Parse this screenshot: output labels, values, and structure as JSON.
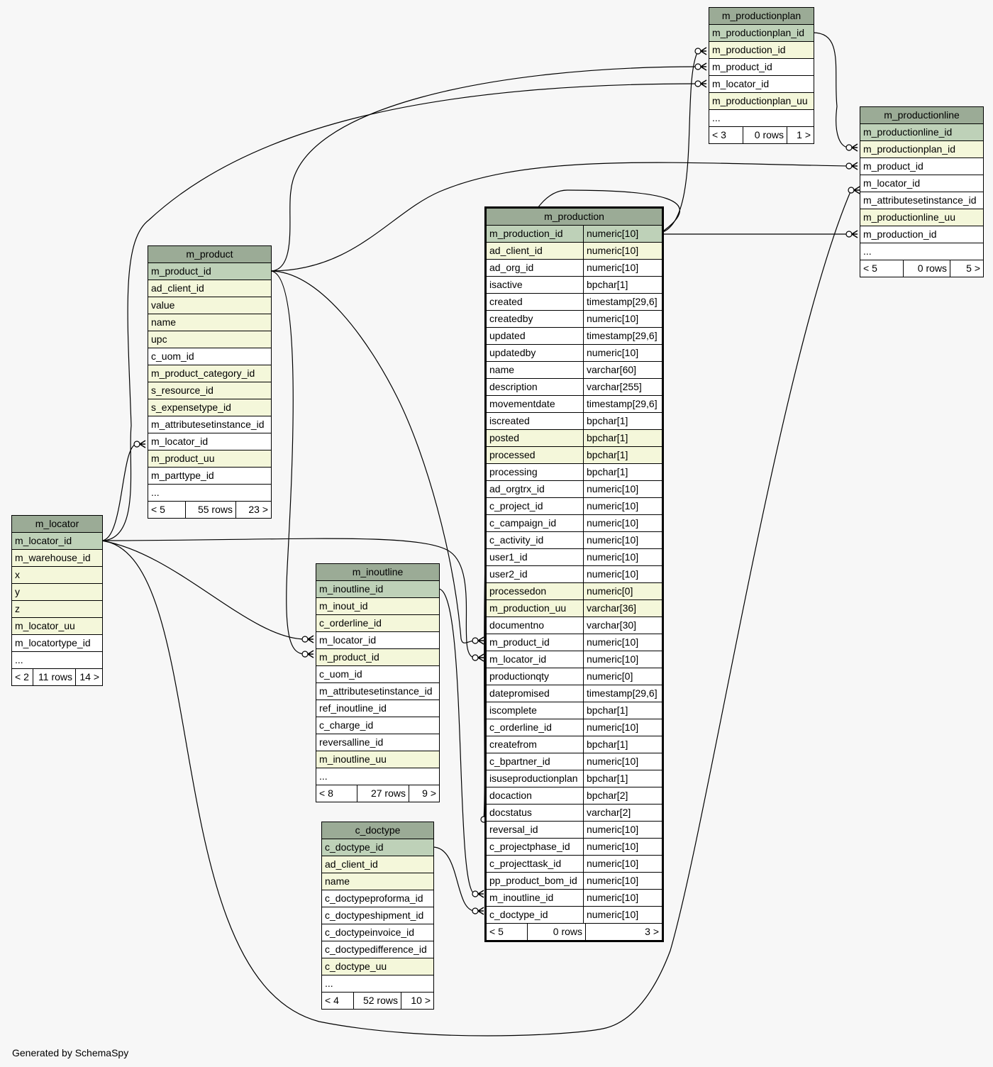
{
  "footer_text": "Generated by SchemaSpy",
  "tables": {
    "m_productionplan": {
      "name": "m_productionplan",
      "columns": [
        {
          "name": "m_productionplan_id",
          "kind": "pk"
        },
        {
          "name": "m_production_id",
          "kind": "idx"
        },
        {
          "name": "m_product_id",
          "kind": ""
        },
        {
          "name": "m_locator_id",
          "kind": ""
        },
        {
          "name": "m_productionplan_uu",
          "kind": "idx"
        },
        {
          "name": "...",
          "kind": ""
        }
      ],
      "footer": [
        "< 3",
        "0 rows",
        "1 >"
      ]
    },
    "m_productionline": {
      "name": "m_productionline",
      "columns": [
        {
          "name": "m_productionline_id",
          "kind": "pk"
        },
        {
          "name": "m_productionplan_id",
          "kind": "idx"
        },
        {
          "name": "m_product_id",
          "kind": ""
        },
        {
          "name": "m_locator_id",
          "kind": ""
        },
        {
          "name": "m_attributesetinstance_id",
          "kind": ""
        },
        {
          "name": "m_productionline_uu",
          "kind": "idx"
        },
        {
          "name": "m_production_id",
          "kind": ""
        },
        {
          "name": "...",
          "kind": ""
        }
      ],
      "footer": [
        "< 5",
        "0 rows",
        "5 >"
      ]
    },
    "m_product": {
      "name": "m_product",
      "columns": [
        {
          "name": "m_product_id",
          "kind": "pk"
        },
        {
          "name": "ad_client_id",
          "kind": "idx"
        },
        {
          "name": "value",
          "kind": "idx"
        },
        {
          "name": "name",
          "kind": "idx"
        },
        {
          "name": "upc",
          "kind": "idx"
        },
        {
          "name": "c_uom_id",
          "kind": ""
        },
        {
          "name": "m_product_category_id",
          "kind": "idx"
        },
        {
          "name": "s_resource_id",
          "kind": "idx"
        },
        {
          "name": "s_expensetype_id",
          "kind": "idx"
        },
        {
          "name": "m_attributesetinstance_id",
          "kind": ""
        },
        {
          "name": "m_locator_id",
          "kind": ""
        },
        {
          "name": "m_product_uu",
          "kind": "idx"
        },
        {
          "name": "m_parttype_id",
          "kind": ""
        },
        {
          "name": "...",
          "kind": ""
        }
      ],
      "footer": [
        "< 5",
        "55 rows",
        "23 >"
      ]
    },
    "m_locator": {
      "name": "m_locator",
      "columns": [
        {
          "name": "m_locator_id",
          "kind": "pk"
        },
        {
          "name": "m_warehouse_id",
          "kind": "idx"
        },
        {
          "name": "x",
          "kind": "idx"
        },
        {
          "name": "y",
          "kind": "idx"
        },
        {
          "name": "z",
          "kind": "idx"
        },
        {
          "name": "m_locator_uu",
          "kind": "idx"
        },
        {
          "name": "m_locatortype_id",
          "kind": ""
        },
        {
          "name": "...",
          "kind": ""
        }
      ],
      "footer": [
        "< 2",
        "11 rows",
        "14 >"
      ]
    },
    "m_inoutline": {
      "name": "m_inoutline",
      "columns": [
        {
          "name": "m_inoutline_id",
          "kind": "pk"
        },
        {
          "name": "m_inout_id",
          "kind": "idx"
        },
        {
          "name": "c_orderline_id",
          "kind": "idx"
        },
        {
          "name": "m_locator_id",
          "kind": ""
        },
        {
          "name": "m_product_id",
          "kind": "idx"
        },
        {
          "name": "c_uom_id",
          "kind": ""
        },
        {
          "name": "m_attributesetinstance_id",
          "kind": ""
        },
        {
          "name": "ref_inoutline_id",
          "kind": ""
        },
        {
          "name": "c_charge_id",
          "kind": ""
        },
        {
          "name": "reversalline_id",
          "kind": ""
        },
        {
          "name": "m_inoutline_uu",
          "kind": "idx"
        },
        {
          "name": "...",
          "kind": ""
        }
      ],
      "footer": [
        "< 8",
        "27 rows",
        "9 >"
      ]
    },
    "c_doctype": {
      "name": "c_doctype",
      "columns": [
        {
          "name": "c_doctype_id",
          "kind": "pk"
        },
        {
          "name": "ad_client_id",
          "kind": "idx"
        },
        {
          "name": "name",
          "kind": "idx"
        },
        {
          "name": "c_doctypeproforma_id",
          "kind": ""
        },
        {
          "name": "c_doctypeshipment_id",
          "kind": ""
        },
        {
          "name": "c_doctypeinvoice_id",
          "kind": ""
        },
        {
          "name": "c_doctypedifference_id",
          "kind": ""
        },
        {
          "name": "c_doctype_uu",
          "kind": "idx"
        },
        {
          "name": "...",
          "kind": ""
        }
      ],
      "footer": [
        "< 4",
        "52 rows",
        "10 >"
      ]
    },
    "m_production": {
      "name": "m_production",
      "columns": [
        {
          "name": "m_production_id",
          "type": "numeric[10]",
          "kind": "pk"
        },
        {
          "name": "ad_client_id",
          "type": "numeric[10]",
          "kind": "idx"
        },
        {
          "name": "ad_org_id",
          "type": "numeric[10]",
          "kind": ""
        },
        {
          "name": "isactive",
          "type": "bpchar[1]",
          "kind": ""
        },
        {
          "name": "created",
          "type": "timestamp[29,6]",
          "kind": ""
        },
        {
          "name": "createdby",
          "type": "numeric[10]",
          "kind": ""
        },
        {
          "name": "updated",
          "type": "timestamp[29,6]",
          "kind": ""
        },
        {
          "name": "updatedby",
          "type": "numeric[10]",
          "kind": ""
        },
        {
          "name": "name",
          "type": "varchar[60]",
          "kind": ""
        },
        {
          "name": "description",
          "type": "varchar[255]",
          "kind": ""
        },
        {
          "name": "movementdate",
          "type": "timestamp[29,6]",
          "kind": ""
        },
        {
          "name": "iscreated",
          "type": "bpchar[1]",
          "kind": ""
        },
        {
          "name": "posted",
          "type": "bpchar[1]",
          "kind": "idx"
        },
        {
          "name": "processed",
          "type": "bpchar[1]",
          "kind": "idx"
        },
        {
          "name": "processing",
          "type": "bpchar[1]",
          "kind": ""
        },
        {
          "name": "ad_orgtrx_id",
          "type": "numeric[10]",
          "kind": ""
        },
        {
          "name": "c_project_id",
          "type": "numeric[10]",
          "kind": ""
        },
        {
          "name": "c_campaign_id",
          "type": "numeric[10]",
          "kind": ""
        },
        {
          "name": "c_activity_id",
          "type": "numeric[10]",
          "kind": ""
        },
        {
          "name": "user1_id",
          "type": "numeric[10]",
          "kind": ""
        },
        {
          "name": "user2_id",
          "type": "numeric[10]",
          "kind": ""
        },
        {
          "name": "processedon",
          "type": "numeric[0]",
          "kind": "idx"
        },
        {
          "name": "m_production_uu",
          "type": "varchar[36]",
          "kind": "idx"
        },
        {
          "name": "documentno",
          "type": "varchar[30]",
          "kind": ""
        },
        {
          "name": "m_product_id",
          "type": "numeric[10]",
          "kind": ""
        },
        {
          "name": "m_locator_id",
          "type": "numeric[10]",
          "kind": ""
        },
        {
          "name": "productionqty",
          "type": "numeric[0]",
          "kind": ""
        },
        {
          "name": "datepromised",
          "type": "timestamp[29,6]",
          "kind": ""
        },
        {
          "name": "iscomplete",
          "type": "bpchar[1]",
          "kind": ""
        },
        {
          "name": "c_orderline_id",
          "type": "numeric[10]",
          "kind": ""
        },
        {
          "name": "createfrom",
          "type": "bpchar[1]",
          "kind": ""
        },
        {
          "name": "c_bpartner_id",
          "type": "numeric[10]",
          "kind": ""
        },
        {
          "name": "isuseproductionplan",
          "type": "bpchar[1]",
          "kind": ""
        },
        {
          "name": "docaction",
          "type": "bpchar[2]",
          "kind": ""
        },
        {
          "name": "docstatus",
          "type": "varchar[2]",
          "kind": ""
        },
        {
          "name": "reversal_id",
          "type": "numeric[10]",
          "kind": ""
        },
        {
          "name": "c_projectphase_id",
          "type": "numeric[10]",
          "kind": ""
        },
        {
          "name": "c_projecttask_id",
          "type": "numeric[10]",
          "kind": ""
        },
        {
          "name": "pp_product_bom_id",
          "type": "numeric[10]",
          "kind": ""
        },
        {
          "name": "m_inoutline_id",
          "type": "numeric[10]",
          "kind": ""
        },
        {
          "name": "c_doctype_id",
          "type": "numeric[10]",
          "kind": ""
        }
      ],
      "footer": [
        "< 5",
        "0 rows",
        "3 >"
      ]
    }
  }
}
